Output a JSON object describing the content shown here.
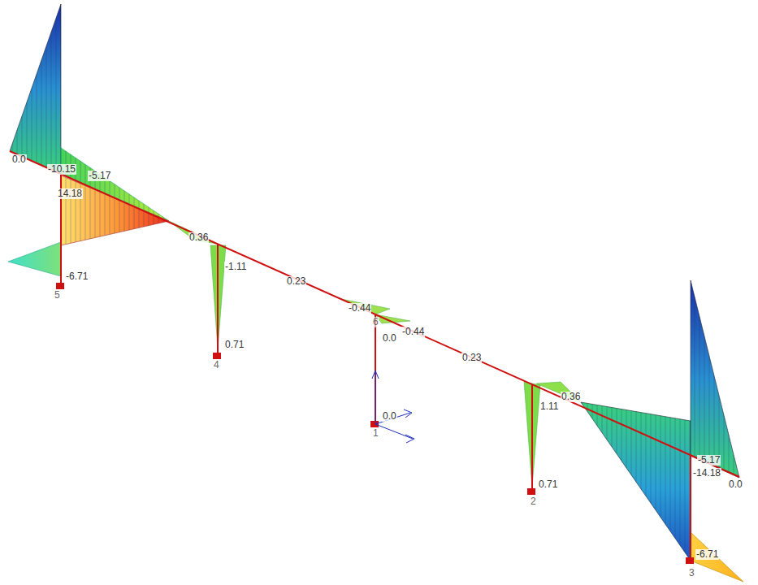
{
  "diagram": {
    "labels": [
      "0.0",
      "-10.15",
      "-5.17",
      "14.18",
      "-6.71",
      "5",
      "0.36",
      "-1.11",
      "0.71",
      "4",
      "0.23",
      "-0.44",
      "6",
      "0.0",
      "-0.44",
      "0.23",
      "1.11",
      "0.36",
      "0.71",
      "2",
      "0.0",
      "1",
      "-5.17",
      "-14.18",
      "0.0",
      "-6.71",
      "3"
    ]
  }
}
